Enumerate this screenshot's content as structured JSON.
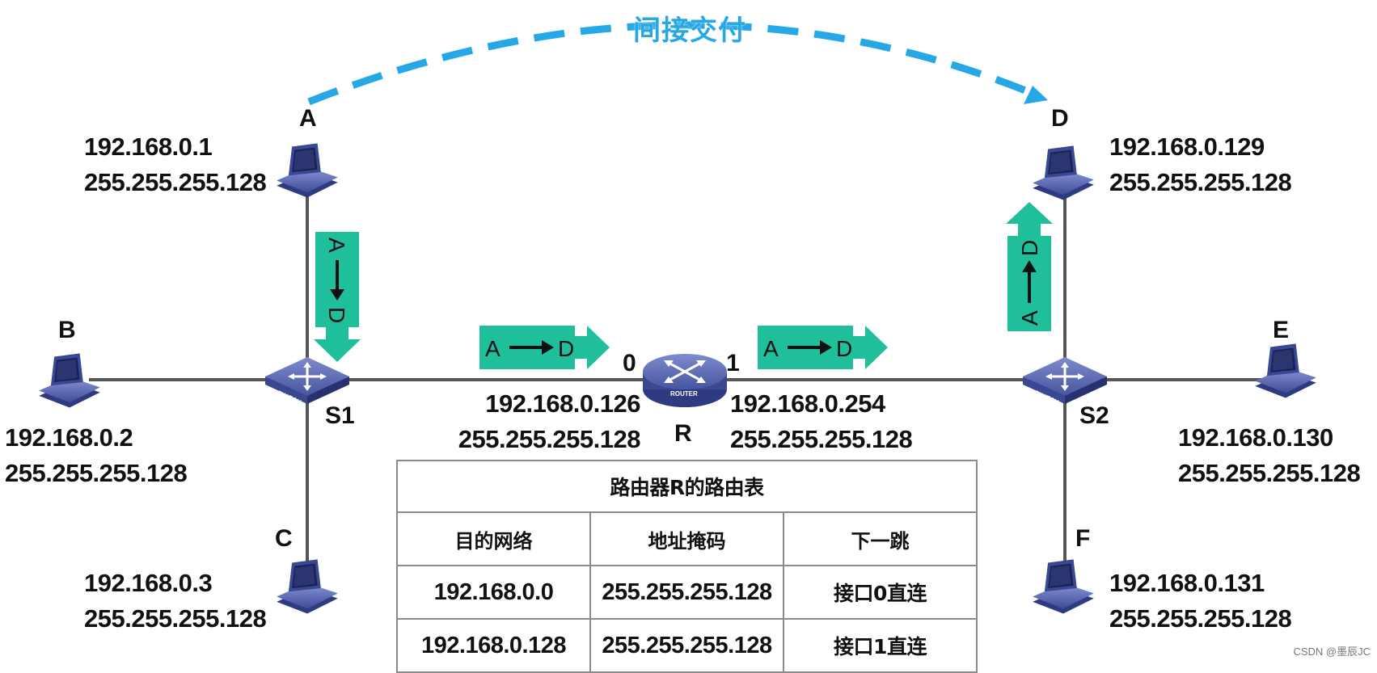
{
  "title": "间接交付",
  "hosts": {
    "A": {
      "name": "A",
      "ip": "192.168.0.1",
      "mask": "255.255.255.128"
    },
    "B": {
      "name": "B",
      "ip": "192.168.0.2",
      "mask": "255.255.255.128"
    },
    "C": {
      "name": "C",
      "ip": "192.168.0.3",
      "mask": "255.255.255.128"
    },
    "D": {
      "name": "D",
      "ip": "192.168.0.129",
      "mask": "255.255.255.128"
    },
    "E": {
      "name": "E",
      "ip": "192.168.0.130",
      "mask": "255.255.255.128"
    },
    "F": {
      "name": "F",
      "ip": "192.168.0.131",
      "mask": "255.255.255.128"
    }
  },
  "switches": {
    "S1": {
      "name": "S1",
      "device_label": "SWITCH"
    },
    "S2": {
      "name": "S2",
      "device_label": "SWITCH"
    }
  },
  "router": {
    "name": "R",
    "device_label": "ROUTER",
    "port0": {
      "label": "0",
      "ip": "192.168.0.126",
      "mask": "255.255.255.128"
    },
    "port1": {
      "label": "1",
      "ip": "192.168.0.254",
      "mask": "255.255.255.128"
    }
  },
  "packets": {
    "from": "A",
    "to": "D"
  },
  "colors": {
    "indirect_arrow": "#26a7e6",
    "packet": "#1fbf9c",
    "device": "#4a5aa8",
    "link": "#555555"
  },
  "routing_table": {
    "caption": "路由器R的路由表",
    "headers": [
      "目的网络",
      "地址掩码",
      "下一跳"
    ],
    "rows": [
      [
        "192.168.0.0",
        "255.255.255.128",
        "接口0直连"
      ],
      [
        "192.168.0.128",
        "255.255.255.128",
        "接口1直连"
      ]
    ]
  },
  "watermark": "CSDN @墨辰JC"
}
